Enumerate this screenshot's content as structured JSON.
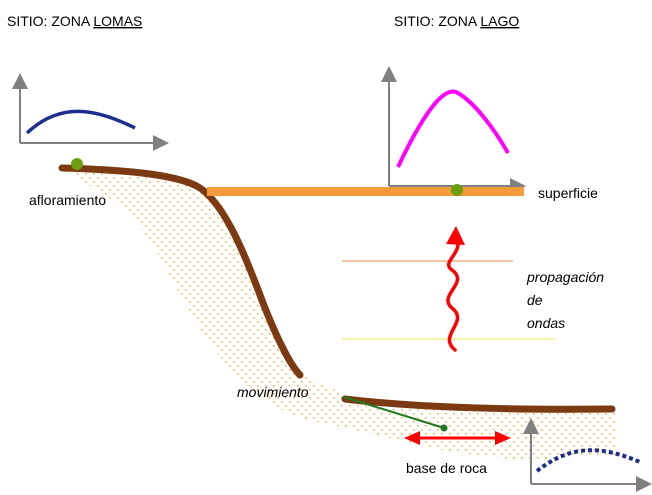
{
  "headings": {
    "lomas_prefix": "SITIO: ZONA ",
    "lomas_name": "LOMAS",
    "lago_prefix": "SITIO: ZONA ",
    "lago_name": "LAGO"
  },
  "labels": {
    "afloramiento": "afloramiento",
    "superficie": "superficie",
    "propagacion_line1": "propagación",
    "propagacion_line2": "de",
    "propagacion_line3": "ondas",
    "movimiento": "movimiento",
    "base_roca": "base de roca"
  },
  "colors": {
    "rock_outline": "#7b3a12",
    "sediment_dots": "#f0b24a",
    "surface_bar": "#f39a3a",
    "outcrop_wave": "#1f2d8f",
    "lake_wave": "#ff00ff",
    "base_wave": "#1f2d8f",
    "wave_arrow": "#ff0000",
    "marker_dot": "#6b9e12",
    "leader_line": "#1f7a1f",
    "layer_top": "#f0a070",
    "layer_bottom": "#f2f07a",
    "axes": "#808080"
  },
  "icons": {
    "outcrop_response": "sine-wave-small-amplitude",
    "lake_response": "sine-wave-large-amplitude",
    "base_response": "dashed-sine-wave",
    "propagation": "wavy-up-arrow",
    "base_motion": "double-headed-arrow"
  }
}
